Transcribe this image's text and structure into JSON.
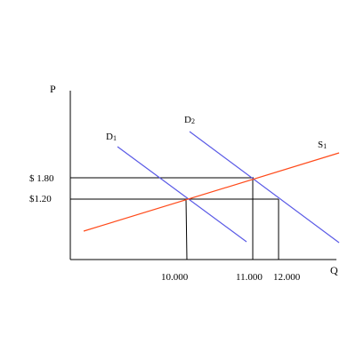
{
  "diagram": {
    "axes": {
      "y_label": "P",
      "x_label": "Q"
    },
    "price_labels": {
      "high": "$ 1.80",
      "low": "$1.20"
    },
    "quantity_labels": {
      "q1": "10.000",
      "q2": "11.000",
      "q3": "12.000"
    },
    "curves": {
      "demand_1": "D1",
      "demand_2": "D2",
      "supply_1": "S1"
    },
    "colors": {
      "axes": "#000000",
      "demand": "#5a5ae6",
      "supply": "#ff4a1a",
      "guide": "#000000"
    }
  }
}
